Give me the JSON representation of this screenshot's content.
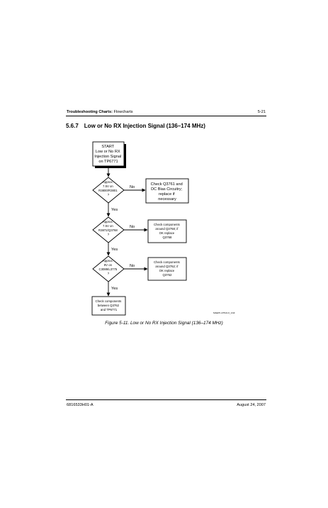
{
  "header": {
    "chapter_bold": "Troubleshooting Charts:",
    "chapter_rest": " Flowcharts",
    "page_number": "5-21"
  },
  "section": {
    "number": "5.6.7",
    "title": "Low or No RX Injection Signal (136–174 MHz)"
  },
  "flowchart": {
    "start": [
      "START",
      "Low or No RX",
      "Injection Signal",
      "on TP6771"
    ],
    "decision1": [
      "Approx.",
      "7.5V on",
      "R3800/R3801",
      "?"
    ],
    "action1": [
      "Check Q3761 and",
      "DC Bias Circuitry;",
      "replace if",
      "necessary"
    ],
    "decision2": [
      "Approx.",
      "7.5V on",
      "R3872/Q3768",
      "?"
    ],
    "action2": [
      "Check components",
      "around Q3768; if",
      "OK replace",
      "Q3768"
    ],
    "decision3": [
      "Approx.",
      "9V on",
      "C3089/L3775",
      "?"
    ],
    "action3": [
      "Check components",
      "around Q3762; if",
      "OK replace",
      "Q3762"
    ],
    "end_box": [
      "Check components",
      "between Q3762",
      "and TP6771"
    ],
    "no_label": "No",
    "yes_label": "Yes",
    "reference_code": "MAEPF-27810-O_VHF"
  },
  "caption": "Figure 5-11.  Low or No RX Injection Signal (136–174 MHz)",
  "footer": {
    "doc_number": "6816533H01-A",
    "date": "August 24, 2007"
  }
}
